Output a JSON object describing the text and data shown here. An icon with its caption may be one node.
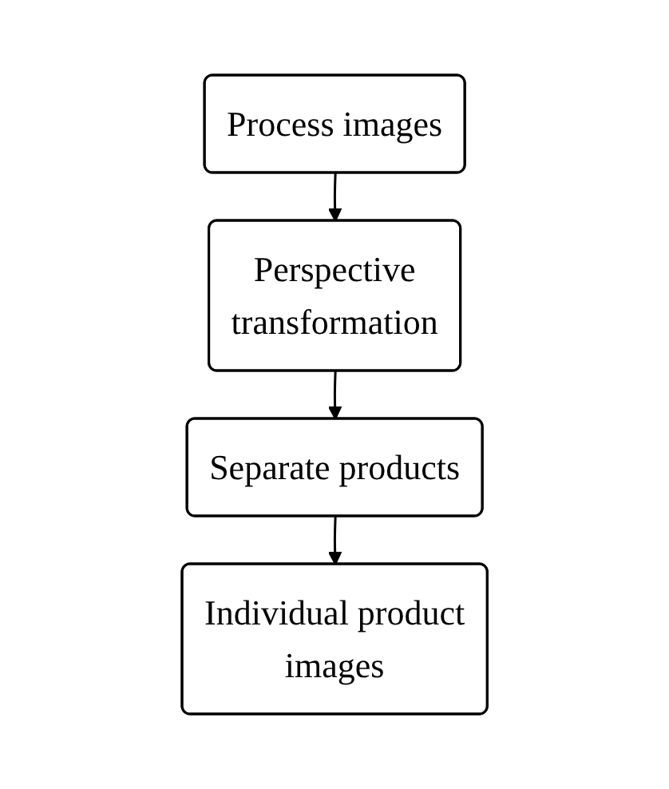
{
  "diagram": {
    "nodes": [
      {
        "text": [
          "Process images"
        ]
      },
      {
        "text": [
          "Perspective transformation"
        ]
      },
      {
        "text": [
          "Separate products"
        ]
      },
      {
        "text": [
          "Individual product images"
        ]
      }
    ],
    "edges": [
      {
        "from": 0,
        "to": 1,
        "arrow": "to"
      },
      {
        "from": 1,
        "to": 2,
        "arrow": "to"
      },
      {
        "from": 2,
        "to": 3,
        "arrow": "to"
      }
    ]
  }
}
